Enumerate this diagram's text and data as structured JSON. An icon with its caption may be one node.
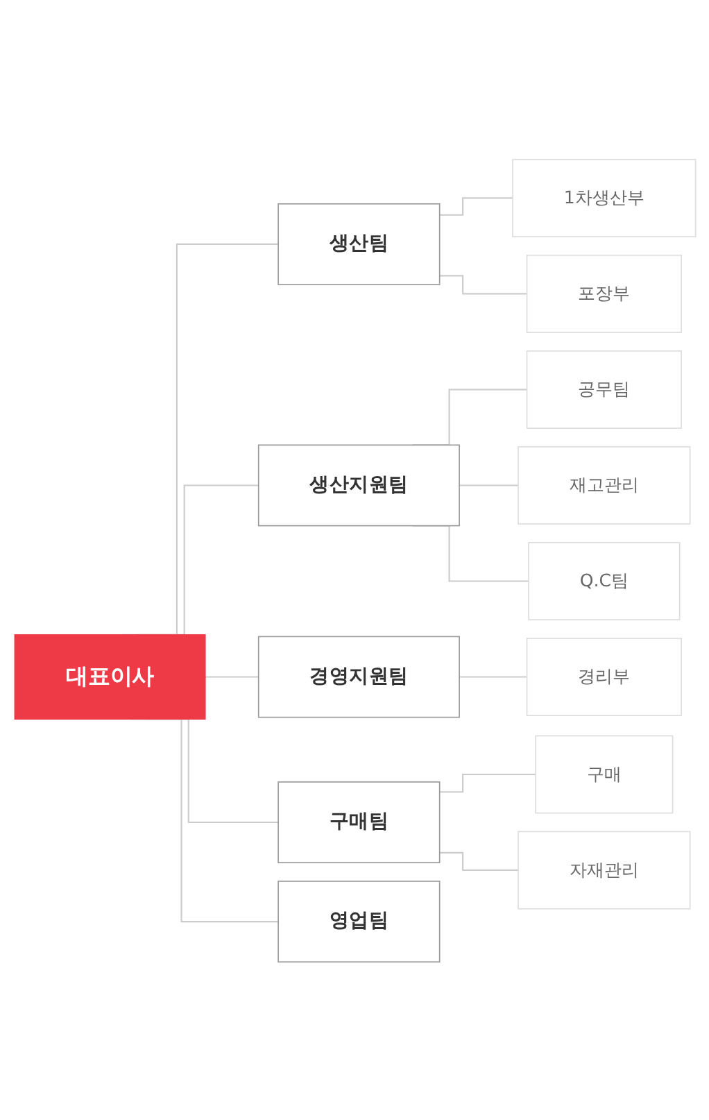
{
  "diagram": {
    "nodes": [
      {
        "text": [
          "대표이사"
        ]
      },
      {
        "text": [
          "생산팀"
        ]
      },
      {
        "text": [
          "1차생산부"
        ]
      },
      {
        "text": [
          "포장부"
        ]
      },
      {
        "text": [
          "생산지원팀"
        ]
      },
      {
        "text": [
          "공무팀"
        ]
      },
      {
        "text": [
          "재고관리"
        ]
      },
      {
        "text": [
          "Q.C팀"
        ]
      },
      {
        "text": [
          "경영지원팀"
        ]
      },
      {
        "text": [
          "경리부"
        ]
      },
      {
        "text": [
          "구매팀"
        ]
      },
      {
        "text": [
          "구매"
        ]
      },
      {
        "text": [
          "자재관리"
        ]
      },
      {
        "text": [
          "영업팀"
        ]
      }
    ],
    "edges": [
      {
        "from": 0,
        "to": 1,
        "arrow": "none"
      },
      {
        "from": 0,
        "to": 4,
        "arrow": "none"
      },
      {
        "from": 0,
        "to": 8,
        "arrow": "none"
      },
      {
        "from": 0,
        "to": 10,
        "arrow": "none"
      },
      {
        "from": 0,
        "to": 13,
        "arrow": "none"
      },
      {
        "from": 1,
        "to": 2,
        "arrow": "none"
      },
      {
        "from": 1,
        "to": 3,
        "arrow": "none"
      },
      {
        "from": 4,
        "to": 5,
        "arrow": "none"
      },
      {
        "from": 4,
        "to": 6,
        "arrow": "none"
      },
      {
        "from": 4,
        "to": 7,
        "arrow": "none"
      },
      {
        "from": 8,
        "to": 9,
        "arrow": "none"
      },
      {
        "from": 10,
        "to": 11,
        "arrow": "none"
      },
      {
        "from": 10,
        "to": 12,
        "arrow": "none"
      }
    ]
  }
}
